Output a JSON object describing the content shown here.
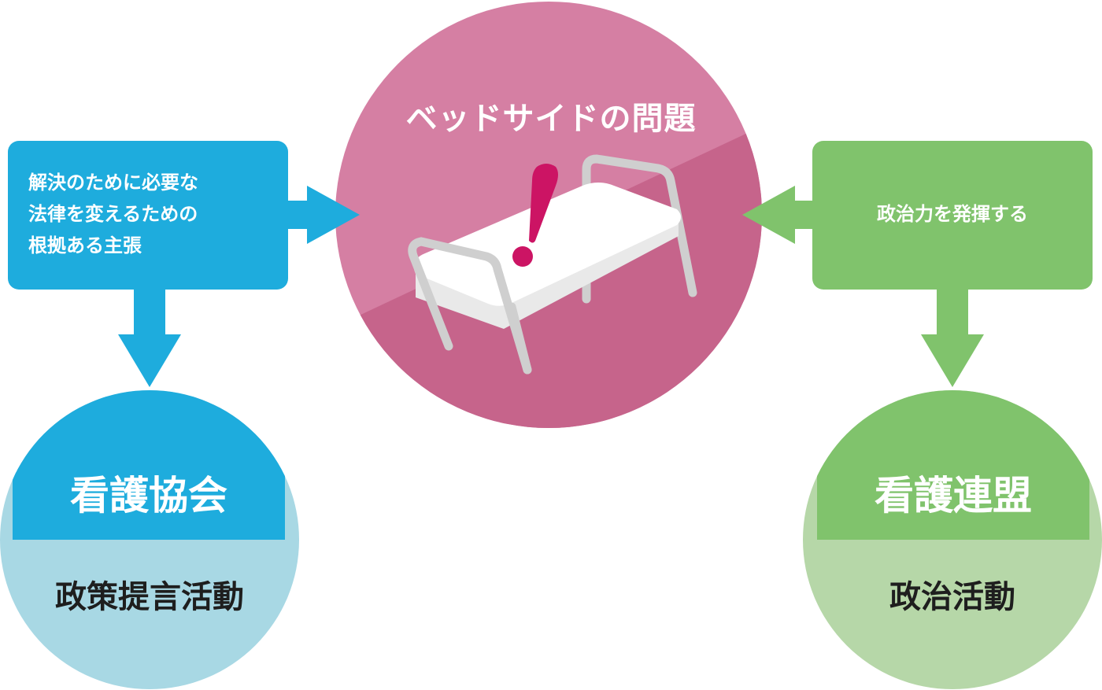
{
  "center": {
    "title": "ベッドサイドの問題"
  },
  "left_box": {
    "lines": [
      "解決のために必要な",
      "法律を変えるための",
      "根拠ある主張"
    ]
  },
  "right_box": {
    "text": "政治力を発揮する"
  },
  "left_circle": {
    "org": "看護協会",
    "activity": "政策提言活動"
  },
  "right_circle": {
    "org": "看護連盟",
    "activity": "政治活動"
  },
  "colors": {
    "pink_light": "#D57FA3",
    "pink_dark": "#C6648B",
    "blue": "#1EACDD",
    "blue_light": "#A8D8E4",
    "green": "#80C36C",
    "green_light": "#B6D7A8",
    "exclamation": "#CC1464",
    "bed": "#FFFFFF",
    "bed_frame": "#CFCFCF"
  },
  "icons": [
    "bed-icon",
    "exclamation-icon"
  ]
}
